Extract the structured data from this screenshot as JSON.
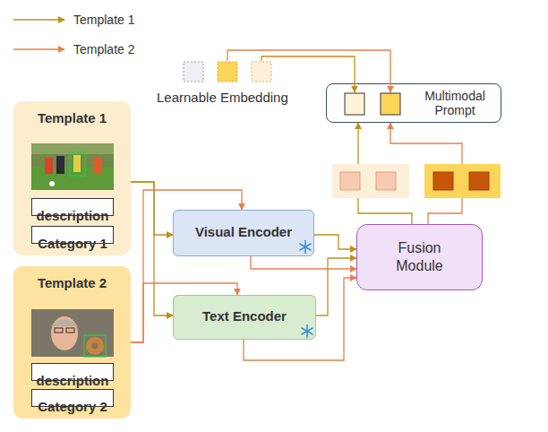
{
  "diagram": {
    "nodes": [
      {
        "text": [
          "Multimodal Prompt"
        ]
      },
      {
        "text": [
          "Template 1"
        ]
      },
      {
        "text": [
          "description"
        ],
        "in": 1
      },
      {
        "text": [
          "Category 1"
        ],
        "in": 1
      },
      {
        "text": [
          "Visual Encoder"
        ]
      },
      {
        "text": [
          "Fusion Module"
        ]
      },
      {
        "text": [
          "Template 2"
        ]
      },
      {
        "text": [
          "description"
        ],
        "in": 6
      },
      {
        "text": [
          "Category 2"
        ],
        "in": 6
      },
      {
        "text": [
          "Text Encoder"
        ]
      }
    ],
    "edges": [
      {
        "from": 1,
        "to": 4,
        "arrow": "to"
      },
      {
        "from": 1,
        "to": 9,
        "arrow": "to"
      },
      {
        "from": 6,
        "to": 4,
        "arrow": "to"
      },
      {
        "from": 6,
        "to": 9,
        "arrow": "to"
      },
      {
        "from": 4,
        "to": 5,
        "arrow": "to"
      },
      {
        "from": 4,
        "to": 5,
        "arrow": "to"
      },
      {
        "from": 9,
        "to": 5,
        "arrow": "to"
      },
      {
        "from": 9,
        "to": 5,
        "arrow": "to"
      },
      {
        "from": 5,
        "to": 0,
        "arrow": "to"
      },
      {
        "from": 5,
        "to": 0,
        "arrow": "to"
      }
    ],
    "labels": [
      "Learnable Embedding"
    ],
    "legend": [
      {
        "text": "Template 1"
      },
      {
        "text": "Template 2"
      }
    ]
  }
}
